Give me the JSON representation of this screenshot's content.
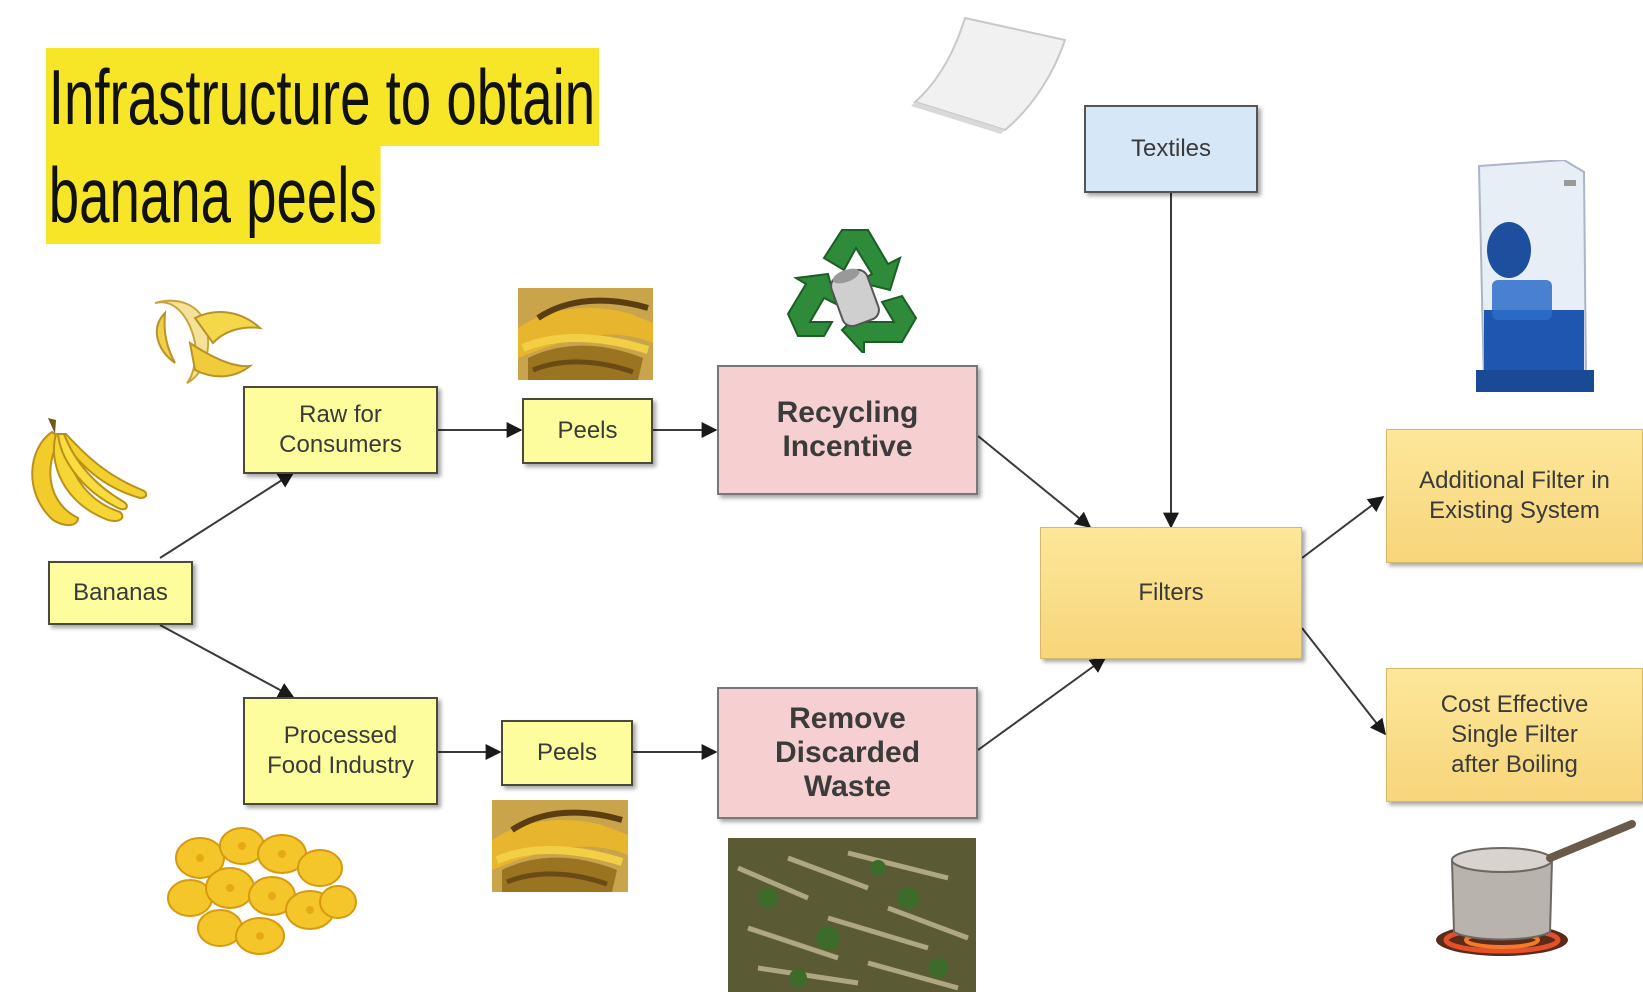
{
  "title": {
    "line1": "Infrastructure to obtain",
    "line2": "banana peels"
  },
  "nodes": {
    "bananas": "Bananas",
    "raw_line1": "Raw for",
    "raw_line2": "Consumers",
    "processed_line1": "Processed",
    "processed_line2": "Food Industry",
    "peels_top": "Peels",
    "peels_bottom": "Peels",
    "recycling_line1": "Recycling",
    "recycling_line2": "Incentive",
    "remove_line1": "Remove",
    "remove_line2": "Discarded",
    "remove_line3": "Waste",
    "textiles": "Textiles",
    "filters": "Filters",
    "additional_line1": "Additional Filter in",
    "additional_line2": "Existing System",
    "cost_line1": "Cost Effective",
    "cost_line2": "Single Filter",
    "cost_line3": "after Boiling"
  },
  "icons": {
    "banana_peeled": "peeled-banana-icon",
    "banana_bunch": "banana-bunch-icon",
    "banana_chips": "banana-chips-icon",
    "peels_photo_top": "banana-peels-photo",
    "peels_photo_bottom": "banana-peels-photo",
    "recycle": "recycle-symbol-icon",
    "cloth": "textile-cloth-icon",
    "water_purifier": "water-purifier-icon",
    "boiling_pot": "boiling-pot-icon",
    "waste_pile": "discarded-waste-photo"
  },
  "colors": {
    "title_highlight": "#f7e627",
    "yellow_box": "#fdfd9e",
    "pink_box": "#f6d0d0",
    "blue_box": "#d6e7f8",
    "gold_box": "#f7d57b"
  }
}
